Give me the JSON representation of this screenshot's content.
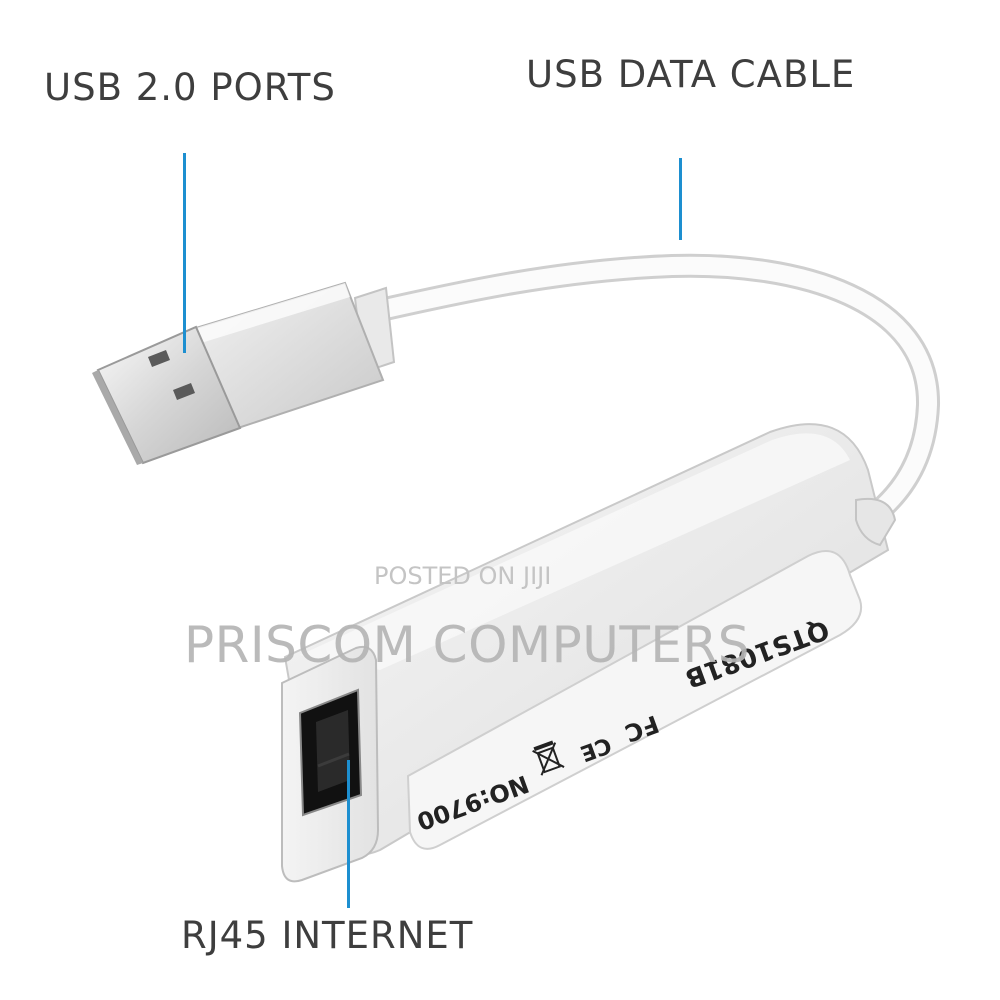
{
  "annotations": {
    "usb_ports": "USB 2.0 PORTS",
    "data_cable": "USB DATA CABLE",
    "rj45": "RJ45 INTERNET"
  },
  "device_markings": {
    "model": "QTS1081B",
    "fcc": "FC",
    "ce": "CE",
    "number": "NO:9700"
  },
  "watermark": {
    "posted": "POSTED ON JIJI",
    "shop": "PRISCOM COMPUTERS"
  },
  "colors": {
    "leader_line": "#1d8fd0",
    "label_text": "#3e3e3e",
    "device_body": "#ededed",
    "watermark": "#b5b5b5"
  }
}
